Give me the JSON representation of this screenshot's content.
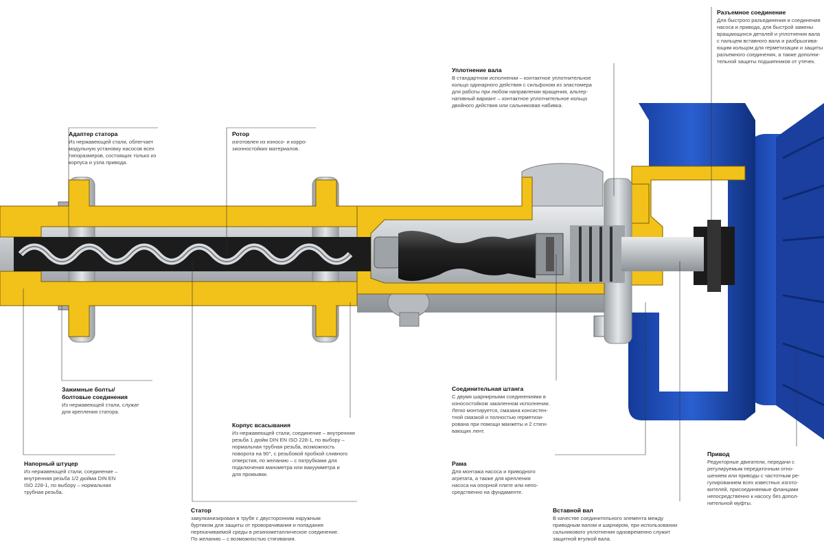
{
  "colors": {
    "housing_yellow": "#f2c21a",
    "steel": "#b8bcc0",
    "drive_blue": "#1a47b0",
    "rubber_black": "#2a2a2a"
  },
  "callouts": {
    "adapter": {
      "title": "Адаптер статора",
      "text": "Из нержавеющей стали, облегчает\nмодульную установку насосов всех\nтипоразмеров, состоящих только из\nкорпуса и узла привода."
    },
    "rotor": {
      "title": "Ротор",
      "text": "изготовлен из износо- и корро-\nзионностойких материалов."
    },
    "shaft_seal": {
      "title": "Уплотнение вала",
      "text": "В стандартном исполнении – контактное уплотнительное\nкольцо одинарного действия с сильфоном из эластомера\nдля работы при любом направлении вращения, альтер-\nнативный вариант – контактное уплотнительное кольцо\nдвойного действия или сальниковая набивка."
    },
    "split_joint": {
      "title": "Разъемное соединение",
      "text": "Для быстрого разъединения и соединения\nнасоса и привода, для быстрой замены\nвращающихся деталей и уплотнения вала\nс пальцем вставного вала и разбрызгива-\nющим кольцом для герметизации и защиты\nразъемного соединения, а также дополни-\nтельной защиты подшипников от утечек."
    },
    "clamp_bolts": {
      "title": "Зажимные болты/\nболтовые соединения",
      "text": "Из нержавеющей стали, служат\nдля крепления статора."
    },
    "connecting_rod": {
      "title": "Соединительная штанга",
      "text": "С двумя шарнирными соединениями в\nизносостойком закаленном исполнении.\nЛегко монтируется, смазана консистен-\nтной смазкой и полностью герметизи-\nрована при помощи манжеты и 2 стяги-\nвающих лент."
    },
    "suction_housing": {
      "title": "Корпус всасывания",
      "text": "Из нержавеющей стали, соединение – внутренняя\nрезьба 1 дюйм DIN EN ISO 228-1, по выбору –\nнормальная трубная резьба, возможность\nповорота на 90°, с резьбовой пробкой сливного\nотверстия, по желанию – с патрубками для\nподключения манометра или вакуумметра и\nдля промывки."
    },
    "discharge": {
      "title": "Напорный штуцер",
      "text": "Из нержавеющей стали, соединение –\nвнутренняя резьба 1/2 дюйма DIN EN\nISO 228-1, по выбору – нормальная\nтрубная резьба."
    },
    "frame": {
      "title": "Рама",
      "text": "Для монтажа насоса и приводного\nагрегата, а также для крепления\nнасоса на опорной плите или непо-\nсредственно на фундаменте."
    },
    "drive": {
      "title": "Привод",
      "text": "Редукторные двигатели, передачи с\nрегулируемым передаточным отно-\nшением или приводы с частотным ре-\nгулированием всех известных изгото-\nвителей, присоединяемые фланцами\nнепосредственно к насосу без допол-\nнительной муфты."
    },
    "stator": {
      "title": "Статор",
      "text": "завулканизирован в трубе с двусторонним наружным\nбуртиком для защиты от проворачивания и попадания\nперекачиваемой среды в резинометаллическое соединение.\nПо желанию – с возможностью стягивания."
    },
    "plug_shaft": {
      "title": "Вставной вал",
      "text": "В качестве соединительного элемента между\nприводным валом и шарниром, при использовании\nсальникового уплотнения одновременно служит\nзащитной втулкой вала."
    }
  }
}
